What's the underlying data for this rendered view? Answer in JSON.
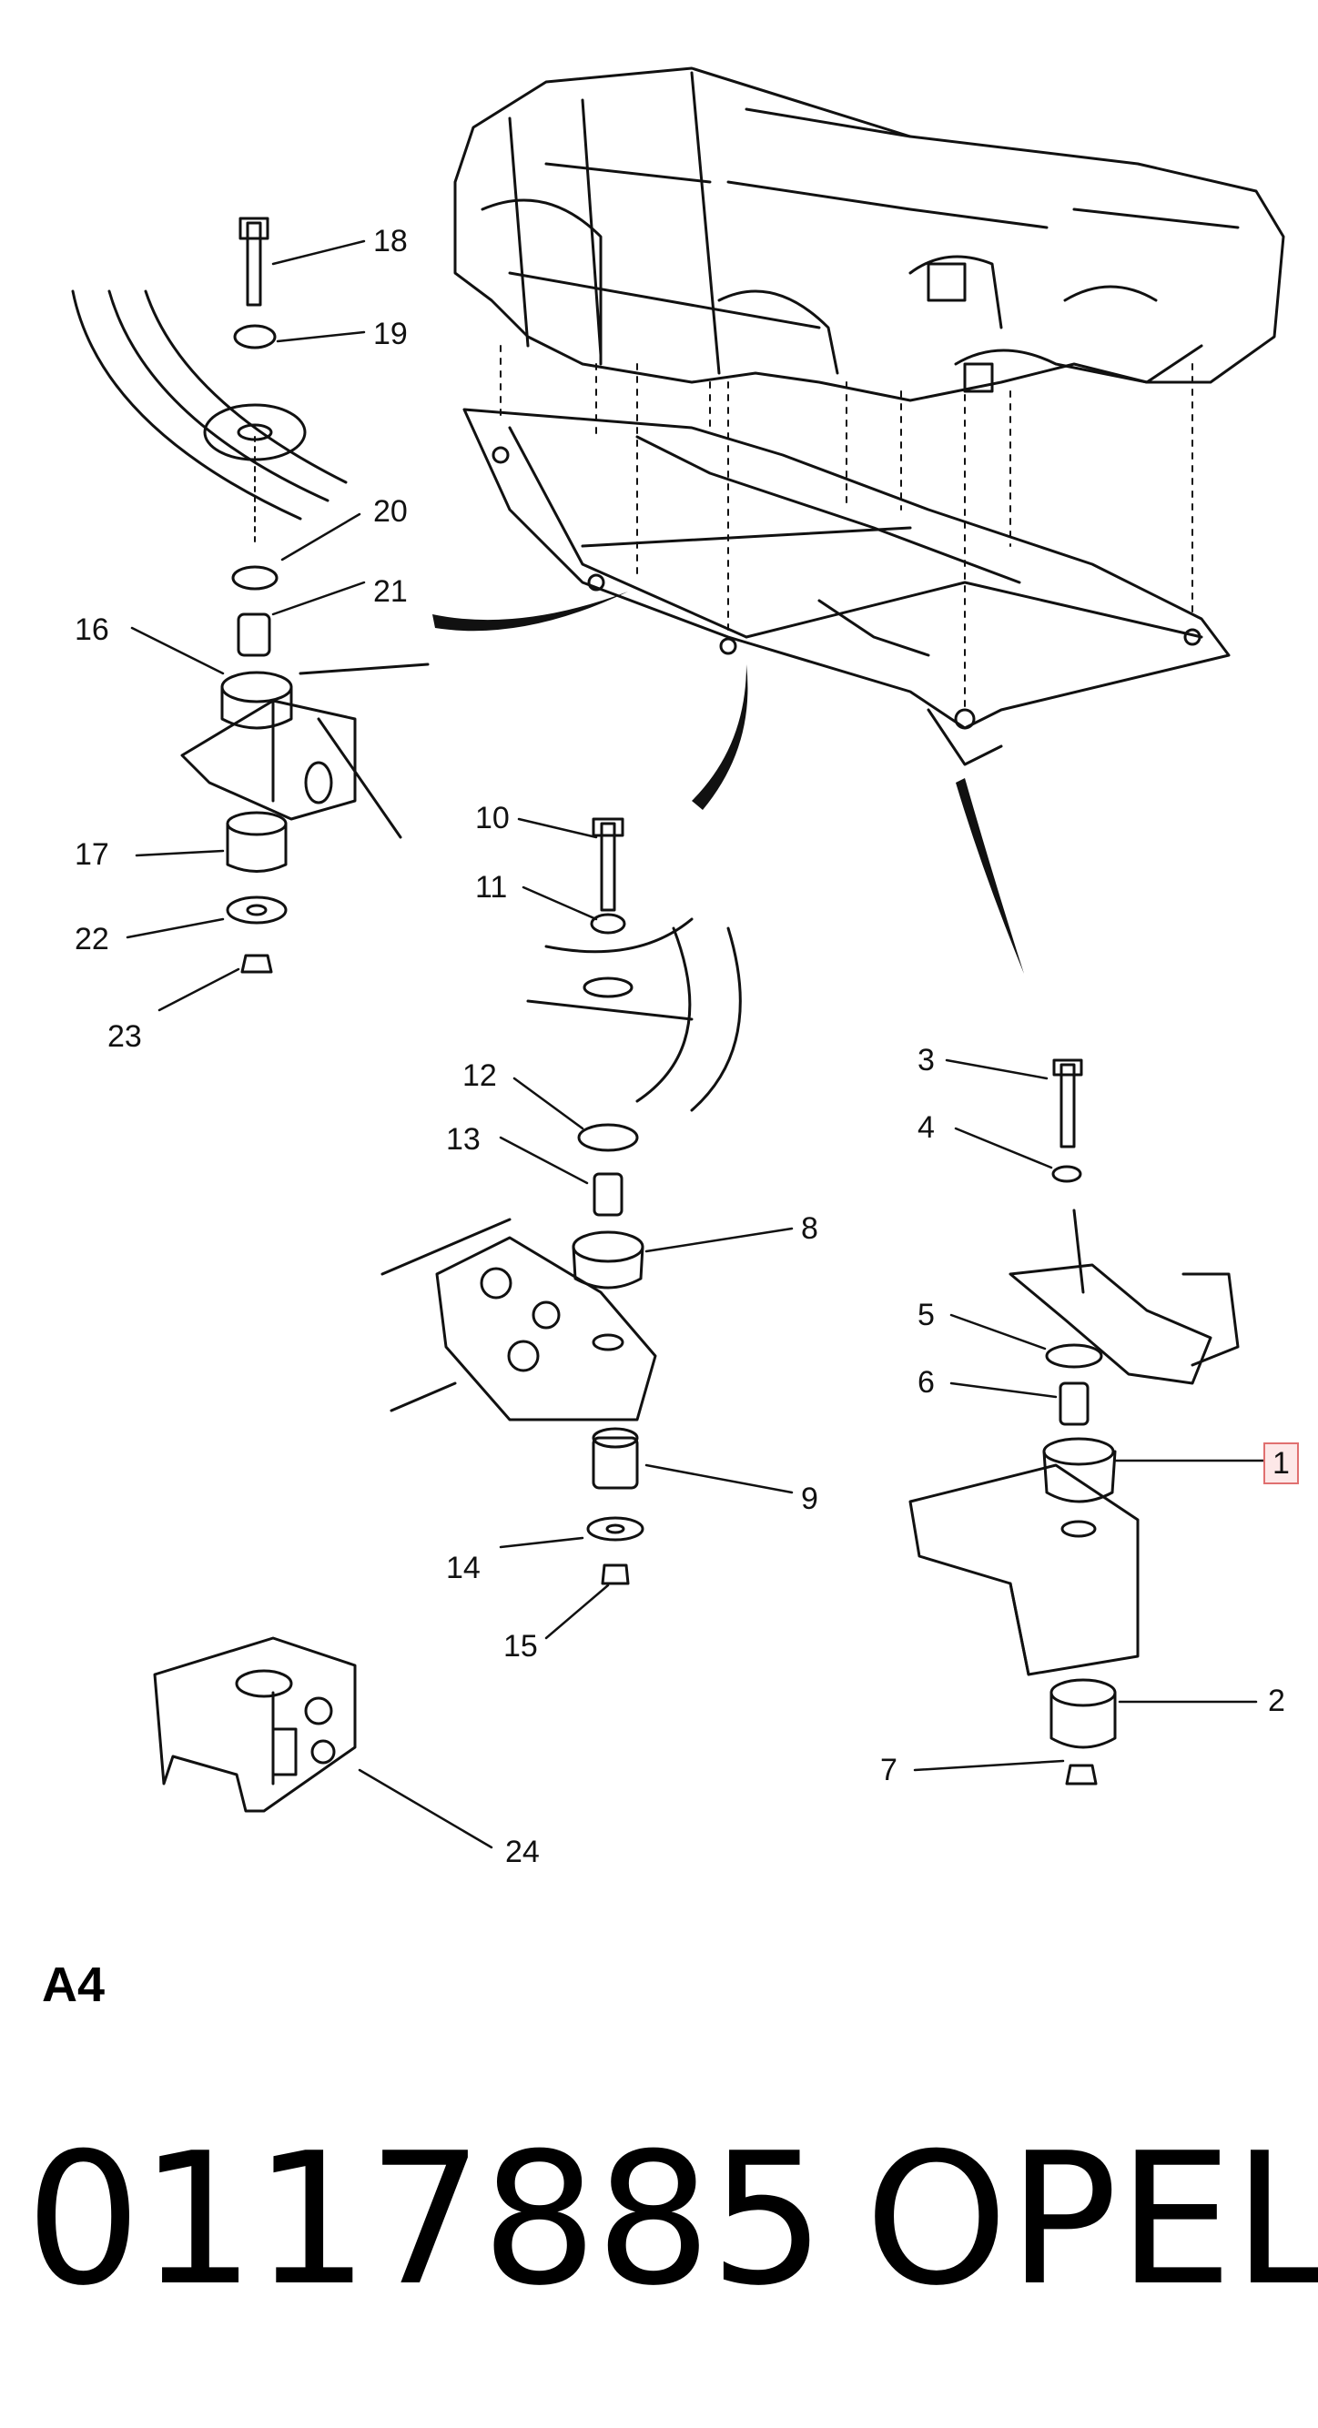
{
  "diagram": {
    "section_code": "A4",
    "part_number": "0117885",
    "brand": "OPEL",
    "callouts": {
      "c1": "1",
      "c2": "2",
      "c3": "3",
      "c4": "4",
      "c5": "5",
      "c6": "6",
      "c7": "7",
      "c8": "8",
      "c9": "9",
      "c10": "10",
      "c11": "11",
      "c12": "12",
      "c13": "13",
      "c14": "14",
      "c15": "15",
      "c16": "16",
      "c17": "17",
      "c18": "18",
      "c19": "19",
      "c20": "20",
      "c21": "21",
      "c22": "22",
      "c23": "23",
      "c24": "24"
    },
    "highlighted_callout": "1",
    "highlight_color": "#e07070"
  }
}
